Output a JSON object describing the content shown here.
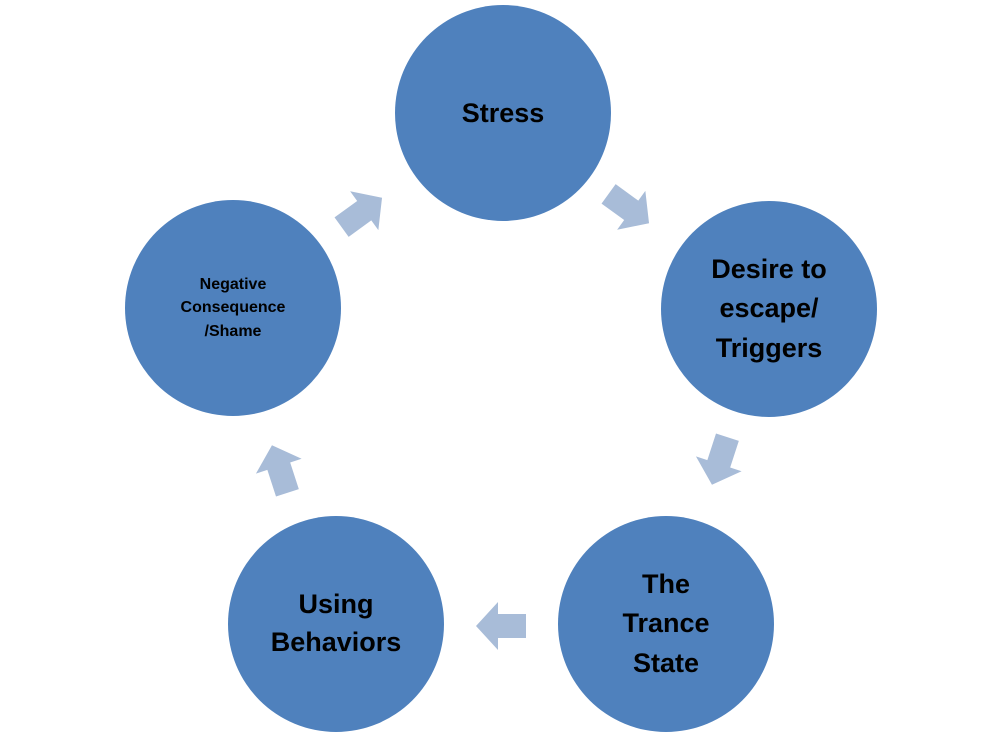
{
  "colors": {
    "node_fill": "#4f81bd",
    "arrow_fill": "#a8bcd8",
    "text": "#000000",
    "background": "#ffffff"
  },
  "cycle": {
    "nodes": [
      {
        "id": "stress",
        "label": "Stress"
      },
      {
        "id": "desire",
        "label": "Desire to\nescape/\nTriggers"
      },
      {
        "id": "trance",
        "label": "The\nTrance\nState"
      },
      {
        "id": "using",
        "label": "Using\nBehaviors"
      },
      {
        "id": "negative",
        "label": "Negative\nConsequence\n/Shame"
      }
    ],
    "arrow_icon": "right-arrow-icon"
  }
}
